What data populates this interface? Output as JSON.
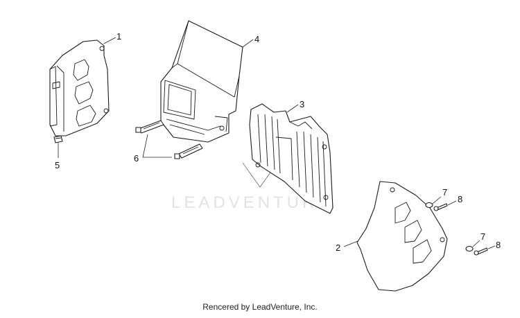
{
  "watermark": "LEADVENTURE",
  "footer": "Rencered by LeadVenture, Inc.",
  "callouts": {
    "c1": "1",
    "c2": "2",
    "c3": "3",
    "c4": "4",
    "c5": "5",
    "c6": "6",
    "c7a": "7",
    "c7b": "7",
    "c8a": "8",
    "c8b": "8"
  },
  "colors": {
    "line": "#1a1a1a",
    "watermark": "#e3e3e3",
    "background": "#ffffff"
  }
}
